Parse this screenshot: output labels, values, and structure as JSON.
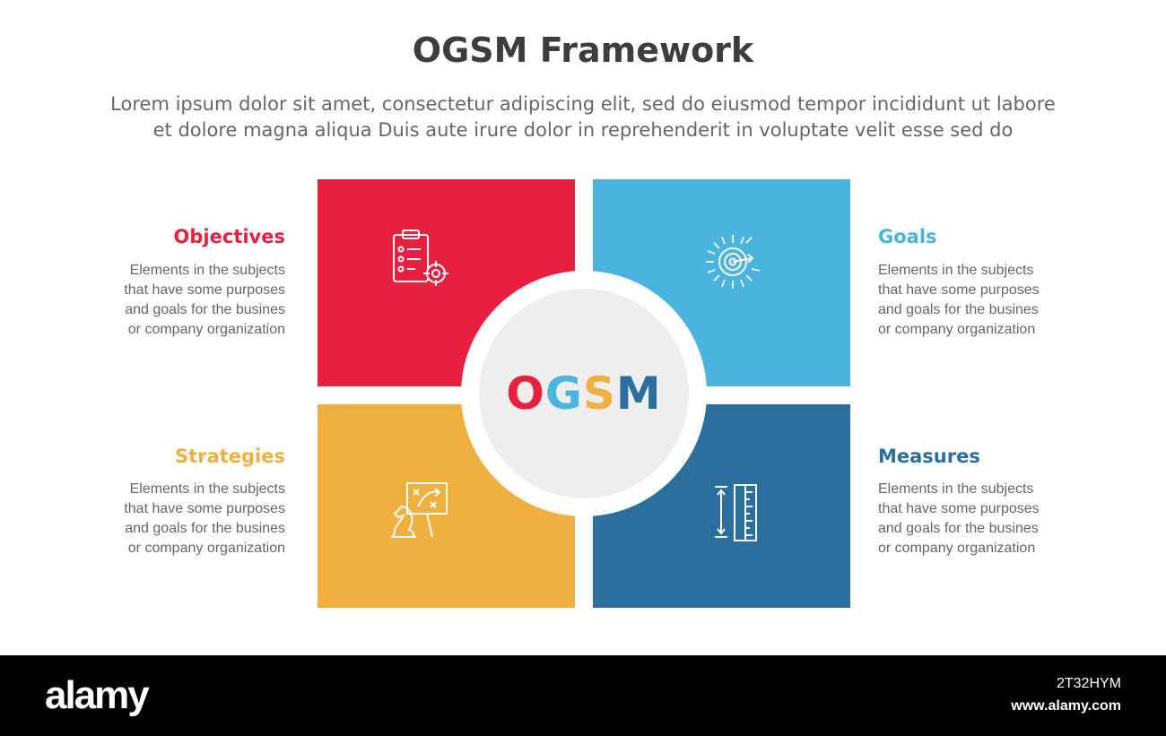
{
  "title": "OGSM Framework",
  "subtitle_line1": "Lorem ipsum dolor sit amet, consectetur adipiscing elit, sed do eiusmod tempor incididunt ut labore",
  "subtitle_line2": "et dolore magna aliqua Duis aute irure dolor in reprehenderit in voluptate velit esse sed do",
  "center": {
    "letters": [
      {
        "char": "O",
        "color": "#e8203f"
      },
      {
        "char": "G",
        "color": "#4bb4de"
      },
      {
        "char": "S",
        "color": "#f0b040"
      },
      {
        "char": "M",
        "color": "#2a6f9e"
      }
    ]
  },
  "items": {
    "objectives": {
      "heading": "Objectives",
      "color": "#e8203f",
      "icon": "clipboard-target-icon",
      "lines": [
        "Elements in the subjects",
        "that have some purposes",
        "and goals for the  busines",
        "or company organization"
      ]
    },
    "goals": {
      "heading": "Goals",
      "color": "#4bb4de",
      "icon": "target-arrow-icon",
      "lines": [
        "Elements in the subjects",
        "that have some purposes",
        "and goals for the  busines",
        "or company organization"
      ]
    },
    "strategies": {
      "heading": "Strategies",
      "color": "#f0b040",
      "icon": "chess-board-strategy-icon",
      "lines": [
        "Elements in the subjects",
        "that have some purposes",
        "and goals for the  busines",
        "or company organization"
      ]
    },
    "measures": {
      "heading": "Measures",
      "color": "#2a6f9e",
      "icon": "ruler-measure-icon",
      "lines": [
        "Elements in the subjects",
        "that have some purposes",
        "and goals for the  busines",
        "or company organization"
      ]
    }
  },
  "footer": {
    "logo": "alamy",
    "image_id": "2T32HYM",
    "url": "www.alamy.com"
  }
}
